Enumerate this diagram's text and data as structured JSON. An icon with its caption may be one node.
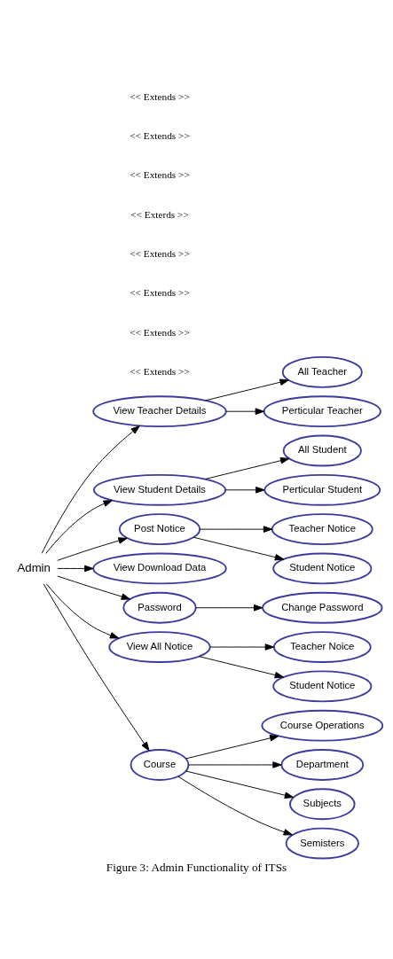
{
  "diagram": {
    "caption": "Figure 3: Admin Functionality of ITSs",
    "nodes": [
      {
        "text": [
          "Admin"
        ]
      },
      {
        "text": [
          "View Teacher Details"
        ]
      },
      {
        "text": [
          "All Teacher"
        ]
      },
      {
        "text": [
          "Perticular Teacher"
        ]
      },
      {
        "text": [
          "View Student Details"
        ]
      },
      {
        "text": [
          "All Student"
        ]
      },
      {
        "text": [
          "Perticular Student"
        ]
      },
      {
        "text": [
          "Post Notice"
        ]
      },
      {
        "text": [
          "Teacher Notice"
        ]
      },
      {
        "text": [
          "Student Notice"
        ]
      },
      {
        "text": [
          "View Download Data"
        ]
      },
      {
        "text": [
          "Password"
        ]
      },
      {
        "text": [
          "Change Password"
        ]
      },
      {
        "text": [
          "View All Notice"
        ]
      },
      {
        "text": [
          "Teacher Noice"
        ]
      },
      {
        "text": [
          "Student Notice"
        ]
      },
      {
        "text": [
          "Course"
        ]
      },
      {
        "text": [
          "Course Operations"
        ]
      },
      {
        "text": [
          "Department"
        ]
      },
      {
        "text": [
          "Subjects"
        ]
      },
      {
        "text": [
          "Semisters"
        ]
      }
    ],
    "edges": [
      {
        "from": 0,
        "to": 1,
        "arrow": "to"
      },
      {
        "from": 0,
        "to": 4,
        "arrow": "to"
      },
      {
        "from": 0,
        "to": 7,
        "arrow": "to"
      },
      {
        "from": 0,
        "to": 10,
        "arrow": "to"
      },
      {
        "from": 0,
        "to": 11,
        "arrow": "to"
      },
      {
        "from": 0,
        "to": 13,
        "arrow": "to"
      },
      {
        "from": 0,
        "to": 16,
        "arrow": "to"
      },
      {
        "from": 1,
        "to": 2,
        "arrow": "to"
      },
      {
        "from": 1,
        "to": 3,
        "arrow": "to"
      },
      {
        "from": 4,
        "to": 5,
        "arrow": "to"
      },
      {
        "from": 4,
        "to": 6,
        "arrow": "to"
      },
      {
        "from": 7,
        "to": 8,
        "arrow": "to"
      },
      {
        "from": 7,
        "to": 9,
        "arrow": "to"
      },
      {
        "from": 11,
        "to": 12,
        "arrow": "to"
      },
      {
        "from": 13,
        "to": 14,
        "arrow": "to"
      },
      {
        "from": 13,
        "to": 15,
        "arrow": "to"
      },
      {
        "from": 16,
        "to": 17,
        "arrow": "to"
      },
      {
        "from": 16,
        "to": 18,
        "arrow": "to"
      },
      {
        "from": 16,
        "to": 19,
        "arrow": "to"
      },
      {
        "from": 16,
        "to": 20,
        "arrow": "to"
      }
    ],
    "labels": [
      "<< Extends >>",
      "<< Extends >>",
      "<< Extends >>",
      "<< Extends >>",
      "<< Exterds >>",
      "<< Extends >>",
      "<< Extends >>",
      "<< Extends >>"
    ]
  }
}
